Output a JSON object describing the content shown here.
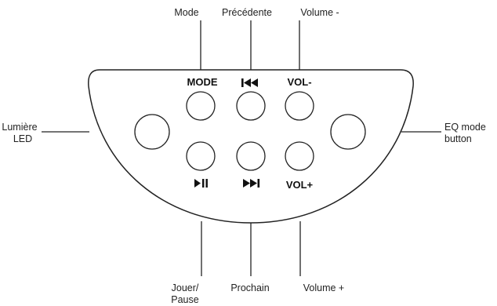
{
  "callouts": {
    "mode": "Mode",
    "previous": "Précédente",
    "volume_down": "Volume -",
    "led_line1": "Lumière",
    "led_line2": "LED",
    "eq_line1": "EQ mode",
    "eq_line2": "button",
    "play_line1": "Jouer/",
    "play_line2": "Pause",
    "next": "Prochain",
    "volume_up": "Volume +"
  },
  "panel_labels": {
    "mode": "MODE",
    "vol_minus": "VOL-",
    "vol_plus": "VOL+"
  },
  "icons": {
    "previous": "skip-previous-icon",
    "play_pause": "play-pause-icon",
    "next": "skip-next-icon"
  }
}
